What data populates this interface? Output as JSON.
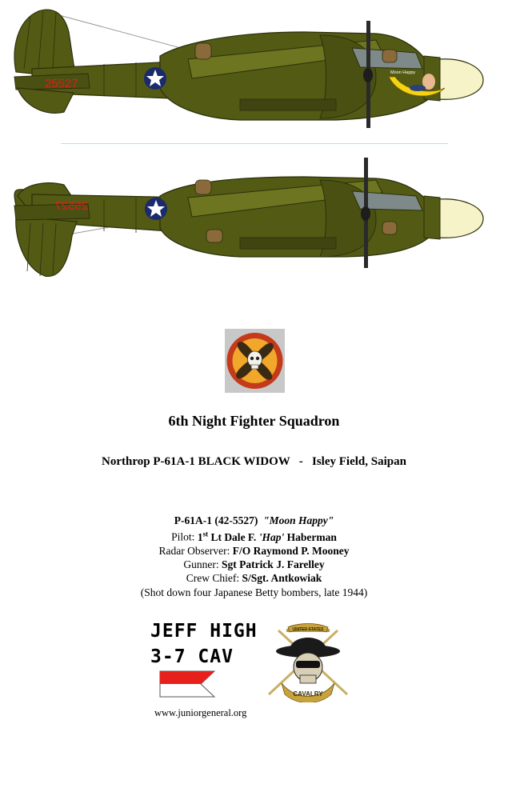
{
  "aircraft": {
    "serial_top": "25527",
    "serial_bottom": "25527",
    "nose_art_name": "Moon Happy",
    "colors": {
      "olive": "#535a14",
      "olive_dark": "#3f4510",
      "olive_light": "#6d7520",
      "nose_cone": "#f7f3c8",
      "serial_red": "#e21c1c",
      "roundel_blue": "#1a2a6c",
      "moon_yellow": "#f5d312"
    }
  },
  "squadron": {
    "name": "6th Night Fighter Squadron",
    "aircraft_type": "Northrop P-61A-1 BLACK WIDOW",
    "separator": "-",
    "location": "Isley Field, Saipan"
  },
  "details": {
    "designation": "P-61A-1 (42-5527)",
    "name_quoted": "\"Moon Happy\"",
    "pilot_label": "Pilot:",
    "pilot_rank_number": "1",
    "pilot_rank_suffix": "st",
    "pilot_rank_rest": "Lt Dale F.",
    "pilot_nickname": "'Hap'",
    "pilot_surname": "Haberman",
    "radar_label": "Radar Observer:",
    "radar_name": "F/O Raymond P. Mooney",
    "gunner_label": "Gunner:",
    "gunner_name": "Sgt Patrick J. Farelley",
    "crew_label": "Crew Chief:",
    "crew_name": "S/Sgt. Antkowiak",
    "note": "(Shot down four Japanese Betty bombers, late 1944)"
  },
  "credits": {
    "line1": "JEFF HIGH",
    "line2": "3-7  CAV",
    "cavalry_top_text": "UNITED STATES",
    "cavalry_bottom_text": "CAVALRY",
    "url": "www.juniorgeneral.org"
  }
}
